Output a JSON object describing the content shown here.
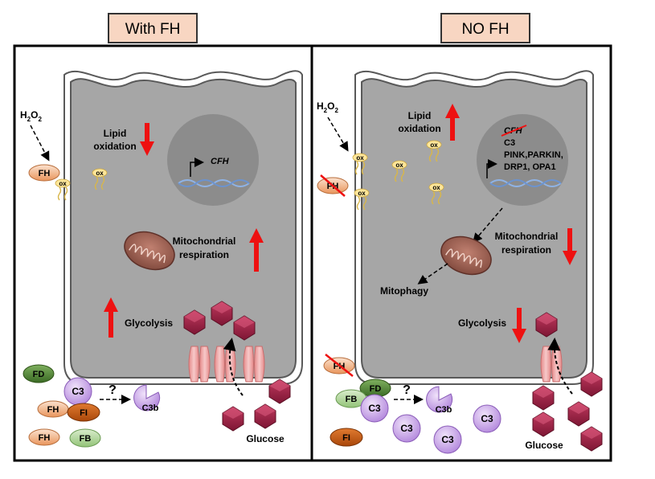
{
  "panels": {
    "left": {
      "title": "With FH",
      "h2o2_main": "H",
      "h2o2_sub1": "2",
      "h2o2_mid": "O",
      "h2o2_sub2": "2",
      "lipid_line1": "Lipid",
      "lipid_line2": "oxidation",
      "lipid_trend": "down",
      "gene_label": "CFH",
      "mito_line1": "Mitochondrial",
      "mito_line2": "respiration",
      "mito_trend": "up",
      "glycolysis": "Glycolysis",
      "glycolysis_trend": "up",
      "glucose": "Glucose",
      "ox": "ox",
      "question": "?",
      "proteins": {
        "fh_membrane": "FH",
        "fd": "FD",
        "c3": "C3",
        "fh_1": "FH",
        "fi": "FI",
        "c3b": "C3b",
        "fh_2": "FH",
        "fb": "FB"
      }
    },
    "right": {
      "title": "NO FH",
      "h2o2_main": "H",
      "h2o2_sub1": "2",
      "h2o2_mid": "O",
      "h2o2_sub2": "2",
      "lipid_line1": "Lipid",
      "lipid_line2": "oxidation",
      "lipid_trend": "up",
      "gene_cfh": "CFH",
      "gene_c3": "C3",
      "gene_line2": "PINK,PARKIN,",
      "gene_line3": "DRP1, OPA1",
      "mito_line1": "Mitochondrial",
      "mito_line2": "respiration",
      "mito_trend": "down",
      "mitophagy": "Mitophagy",
      "glycolysis": "Glycolysis",
      "glycolysis_trend": "down",
      "glucose": "Glucose",
      "ox": "ox",
      "question": "?",
      "proteins": {
        "fh_membrane": "FH",
        "fh_crossed": "FH",
        "fd": "FD",
        "fb": "FB",
        "c3_1": "C3",
        "c3b": "C3b",
        "c3_2": "C3",
        "c3_3": "C3",
        "c3_4": "C3",
        "fi": "FI"
      }
    }
  },
  "colors": {
    "title_box": "#f8d6c2",
    "cell_fill": "#a6a6a6",
    "nucleus": "#8c8c8c",
    "arrow_red": "#ee1111",
    "fh": "#f4b183",
    "fd": "#548235",
    "fb": "#a9d18e",
    "fi": "#c55a11",
    "c3": "#c9a6e8",
    "glucose": "#a0264a",
    "mito": "#a0675a",
    "channel": "#e8a0a0",
    "lipid_head": "#ffe699"
  }
}
